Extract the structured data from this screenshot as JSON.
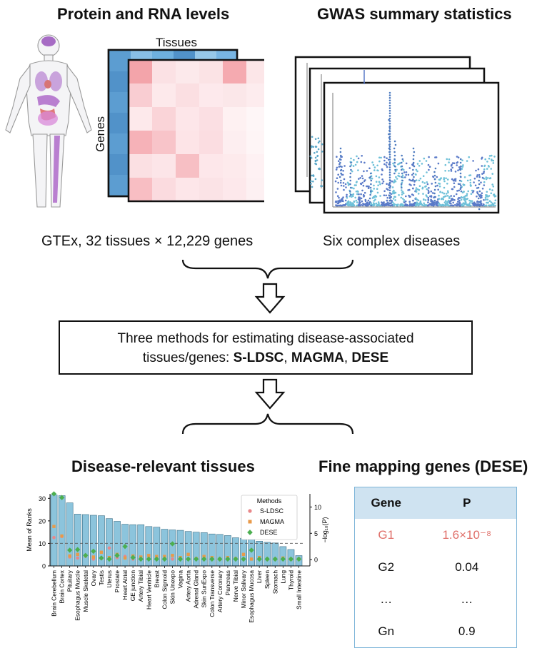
{
  "inputs": {
    "expression": {
      "title": "Protein and RNA levels",
      "matrix_top_label": "Tissues",
      "matrix_side_label": "Genes",
      "caption": "GTEx, 32 tissues × 12,229 genes"
    },
    "gwas": {
      "title": "GWAS summary statistics",
      "caption": "Six complex diseases"
    }
  },
  "methods_box": {
    "line1": "Three methods for estimating disease-associated",
    "line2_prefix": "tissues/genes: ",
    "m1": "S-LDSC",
    "sep1": ", ",
    "m2": "MAGMA",
    "sep2": ", ",
    "m3": "DESE"
  },
  "outputs": {
    "tissues_title": "Disease-relevant tissues",
    "genes_title": "Fine mapping genes (DESE)"
  },
  "gene_table": {
    "headers": [
      "Gene",
      "P"
    ],
    "rows": [
      {
        "gene": "G1",
        "p": "1.6×10⁻⁸"
      },
      {
        "gene": "G2",
        "p": "0.04"
      },
      {
        "gene": "…",
        "p": "…"
      },
      {
        "gene": "Gn",
        "p": "0.9"
      }
    ]
  },
  "colors": {
    "bar": "#8cc4dc",
    "sldsc": "#e8888a",
    "magma": "#e89a4a",
    "dese": "#4caf50",
    "highlight": "#e0706a"
  },
  "chart_data": {
    "type": "bar",
    "ylabel": "Mean of Ranks",
    "y2label": "−log₁₀(P)",
    "ylim": [
      0,
      32
    ],
    "yticks": [
      0,
      10,
      20,
      30
    ],
    "y2lim": [
      -1.2,
      12.5
    ],
    "y2ticks": [
      0,
      5,
      10
    ],
    "legend_title": "Methods",
    "legend": [
      "S-LDSC",
      "MAGMA",
      "DESE"
    ],
    "legend_position": "top-right",
    "categories": [
      "Brain Cerebellum",
      "Brain Cortex",
      "Pituitary",
      "Esophagus Muscle",
      "Muscle Skeletal",
      "Ovary",
      "Testis",
      "Uterus",
      "Prostate",
      "Heart Atrial",
      "GE junction",
      "Artery Tibial",
      "Heart Ventricle",
      "Breast",
      "Colon Sigmoid",
      "Skin Unexpo",
      "Vagina",
      "Artery Aorta",
      "Adrenal Gland",
      "Skin SunExpo",
      "Colon Transverse",
      "Artery Coronary",
      "Pancreas",
      "Nerve Tibial",
      "Minor Salivary",
      "Esophagus Mucosa",
      "Liver",
      "Spleen",
      "Stomach",
      "Lung",
      "Thyroid",
      "Small Intestine"
    ],
    "values": [
      31.5,
      31.2,
      28,
      23,
      22.8,
      22.5,
      22.3,
      21,
      19.8,
      18.5,
      18.3,
      18.3,
      17.5,
      17.2,
      16.3,
      16,
      15.8,
      15.3,
      15,
      14.8,
      14.2,
      14,
      13.5,
      12.5,
      12.3,
      11.8,
      11,
      10.5,
      10.2,
      8.6,
      7.3,
      4.6
    ],
    "threshold": 3.1,
    "series": [
      {
        "name": "S-LDSC",
        "values": [
          4.2,
          4.4,
          0.5,
          0.3,
          0.7,
          0.1,
          0.2,
          2.2,
          0.4,
          0.6,
          0.1,
          0.1,
          0.2,
          0.1,
          0.2,
          0.1,
          0.1,
          0.2,
          0.1,
          0.2,
          0.1,
          0.2,
          0.1,
          0.1,
          0.2,
          0.1,
          0.1,
          0.1,
          0.2,
          0.1,
          0.1,
          0.2
        ]
      },
      {
        "name": "MAGMA",
        "values": [
          6.3,
          4.5,
          0.7,
          1.0,
          0.7,
          0.5,
          1.4,
          0.4,
          1.0,
          0.3,
          0.7,
          0.5,
          0.8,
          0.6,
          0.6,
          0.8,
          0.4,
          1.0,
          0.2,
          0.6,
          0.4,
          0.1,
          0.4,
          0.2,
          1.0,
          0.1,
          0.4,
          0.1,
          0.1,
          0.3,
          0.1,
          0.1
        ]
      },
      {
        "name": "DESE",
        "values": [
          12.5,
          11.8,
          1.8,
          1.9,
          0.8,
          1.6,
          0.3,
          0.1,
          0.8,
          2.5,
          0.4,
          0.1,
          0.1,
          0.1,
          0.1,
          3.0,
          0.1,
          0.1,
          0.1,
          0.1,
          0.1,
          0.1,
          0.1,
          0.1,
          0.1,
          1.8,
          0.1,
          0.1,
          0.1,
          0.1,
          0.1,
          0.1
        ]
      }
    ]
  }
}
